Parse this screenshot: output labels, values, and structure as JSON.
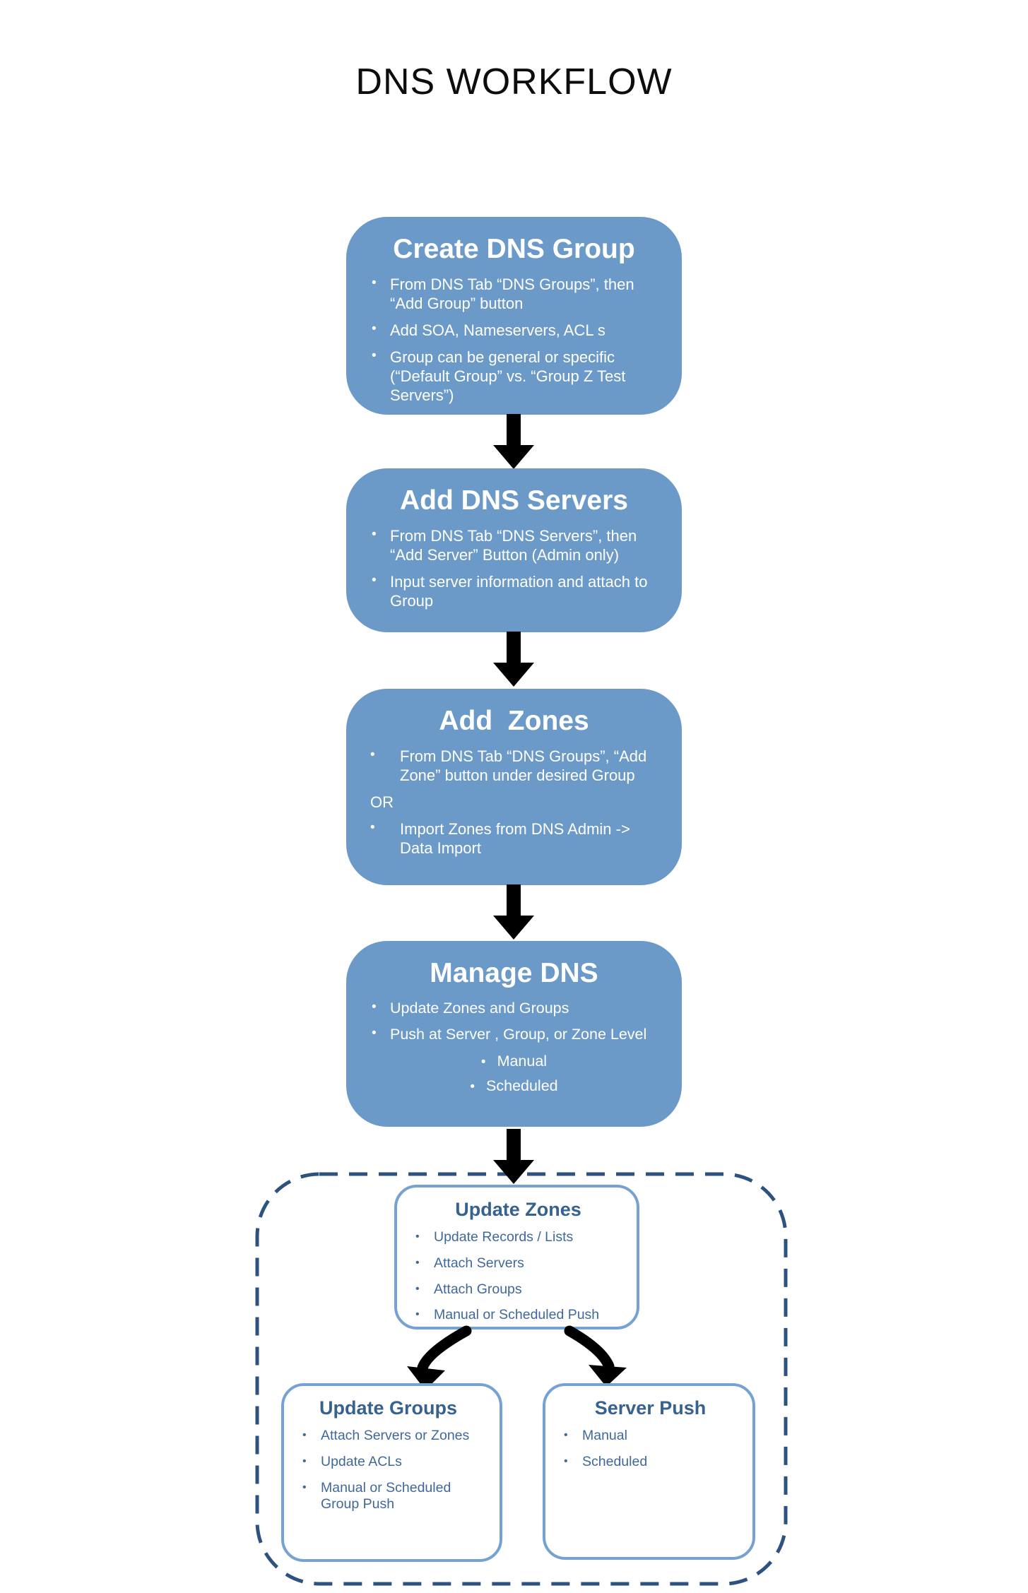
{
  "title": "DNS WORKFLOW",
  "colors": {
    "flow_box_fill": "#6c9ac8",
    "flow_box_text": "#ffffff",
    "detail_box_border": "#76a1d3",
    "detail_box_title": "#37618f",
    "detail_box_text": "#40689a",
    "dashed_border": "#2e527f",
    "arrow": "#000000",
    "title_text": "#0d0d0d"
  },
  "flow_boxes": [
    {
      "title": "Create DNS Group",
      "items": [
        {
          "type": "bullet",
          "text": "From DNS Tab “DNS Groups”, then “Add Group” button"
        },
        {
          "type": "bullet",
          "text": "Add SOA, Nameservers, ACL s"
        },
        {
          "type": "bullet",
          "text": "Group can be general or specific (“Default Group” vs. “Group Z Test Servers”)"
        }
      ]
    },
    {
      "title": "Add DNS Servers",
      "items": [
        {
          "type": "bullet",
          "text": "From DNS Tab “DNS Servers”, then “Add Server” Button (Admin only)"
        },
        {
          "type": "bullet",
          "text": "Input server information and attach to Group"
        }
      ]
    },
    {
      "title": "Add  Zones",
      "items": [
        {
          "type": "bullet",
          "text": "From DNS Tab “DNS Groups”, “Add Zone” button under desired Group"
        },
        {
          "type": "plain",
          "text": "OR"
        },
        {
          "type": "bullet",
          "text": "Import Zones from DNS Admin -> Data Import"
        }
      ]
    },
    {
      "title": "Manage DNS",
      "items": [
        {
          "type": "bullet",
          "text": "Update Zones and Groups"
        },
        {
          "type": "bullet",
          "text": "Push at Server , Group, or Zone Level"
        },
        {
          "type": "subbullet",
          "text": "Manual"
        },
        {
          "type": "subbullet",
          "text": "Scheduled"
        }
      ]
    }
  ],
  "detail_boxes": {
    "update_zones": {
      "title": "Update Zones",
      "items": [
        "Update Records / Lists",
        "Attach Servers",
        "Attach Groups",
        "Manual or Scheduled Push"
      ]
    },
    "update_groups": {
      "title": "Update Groups",
      "items": [
        "Attach Servers or Zones",
        "Update ACLs",
        "Manual or Scheduled Group Push"
      ]
    },
    "server_push": {
      "title": "Server Push",
      "items": [
        "Manual",
        "Scheduled"
      ]
    }
  }
}
